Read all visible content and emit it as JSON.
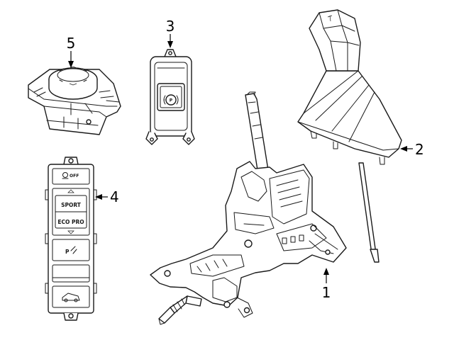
{
  "callouts": {
    "c1": "1",
    "c2": "2",
    "c3": "3",
    "c4": "4",
    "c5": "5"
  },
  "switch_panel": {
    "off_label": "OFF",
    "sport_label": "SPORT",
    "eco_label": "ECO PRO",
    "park_assist_label": "P"
  },
  "parking_brake": {
    "symbol": "P"
  },
  "colors": {
    "line": "#1a1a1a",
    "background": "#ffffff"
  }
}
